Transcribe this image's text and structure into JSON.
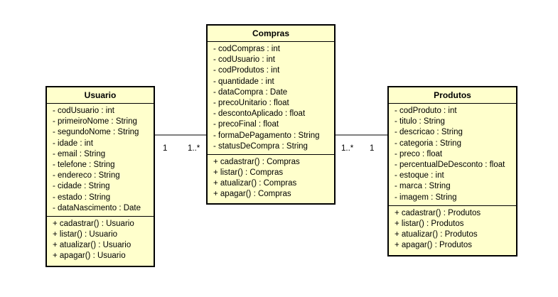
{
  "classes": {
    "usuario": {
      "name": "Usuario",
      "attributes": [
        "- codUsuario : int",
        "- primeiroNome : String",
        "- segundoNome : String",
        "- idade : int",
        "- email : String",
        "- telefone : String",
        "- endereco : String",
        "- cidade : String",
        "- estado : String",
        "- dataNascimento : Date"
      ],
      "methods": [
        "+ cadastrar() : Usuario",
        "+ listar() : Usuario",
        "+ atualizar() : Usuario",
        "+ apagar() : Usuario"
      ]
    },
    "compras": {
      "name": "Compras",
      "attributes": [
        "- codCompras : int",
        "- codUsuario : int",
        "- codProdutos : int",
        "- quantidade : int",
        "- dataCompra : Date",
        "- precoUnitario : float",
        "- descontoAplicado : float",
        "- precoFinal : float",
        "- formaDePagamento : String",
        "- statusDeCompra : String"
      ],
      "methods": [
        "+ cadastrar() : Compras",
        "+ listar() : Compras",
        "+ atualizar() : Compras",
        "+ apagar() : Compras"
      ]
    },
    "produtos": {
      "name": "Produtos",
      "attributes": [
        "- codProduto : int",
        "- titulo : String",
        "- descricao : String",
        "- categoria : String",
        "- preco : float",
        "- percentualDeDesconto : float",
        "- estoque : int",
        "- marca : String",
        "- imagem : String"
      ],
      "methods": [
        "+ cadastrar() : Produtos",
        "+ listar() : Produtos",
        "+ atualizar() : Produtos",
        "+ apagar() : Produtos"
      ]
    }
  },
  "associations": {
    "usuario_compras": {
      "from_mult": "1",
      "to_mult": "1..*"
    },
    "compras_produtos": {
      "from_mult": "1..*",
      "to_mult": "1"
    }
  },
  "colors": {
    "class_fill": "#ffffcc",
    "stroke": "#000000",
    "background": "#ffffff"
  }
}
